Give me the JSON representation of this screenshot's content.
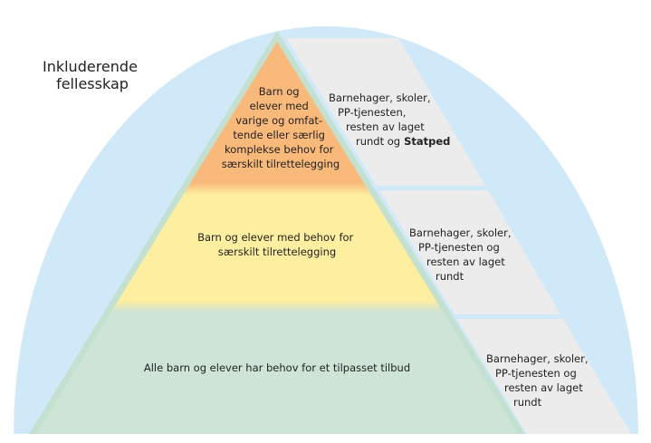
{
  "title": [
    "Inkluderende",
    "fellesskap"
  ],
  "levels": [
    {
      "name": "top",
      "lines": [
        "Barn og",
        "elever med",
        "varige og omfat-",
        "tende eller særlig",
        "komplekse behov for",
        "særskilt tilrettelegging"
      ]
    },
    {
      "name": "middle",
      "lines": [
        "Barn og elever med behov for",
        "særskilt tilrettelegging"
      ]
    },
    {
      "name": "bottom",
      "lines": [
        "Alle barn og elever har behov for et tilpasset tilbud"
      ]
    }
  ],
  "support": [
    {
      "lines": [
        "Barnehager, skoler,",
        "PP-tjenesten,",
        "resten av laget",
        "rundt og"
      ],
      "bold": "Statped"
    },
    {
      "lines": [
        "Barnehager, skoler,",
        "PP-tjenesten og",
        "resten av laget",
        "rundt"
      ]
    },
    {
      "lines": [
        "Barnehager, skoler,",
        "PP-tjenesten og",
        "resten av laget",
        "rundt"
      ]
    }
  ],
  "colors": {
    "dome": "#d0e9f8",
    "top": "#f9b97a",
    "middle": "#fdeea0",
    "bottom": "#cde4d7",
    "panel": "#ececec",
    "border": "#c3e0d1"
  }
}
